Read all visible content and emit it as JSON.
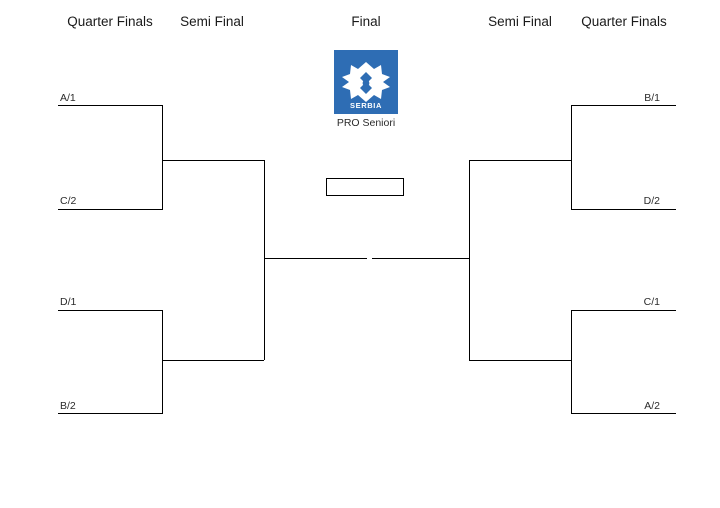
{
  "page": {
    "title": "Tournament Bracket",
    "background_color": "#ffffff",
    "line_color": "#000000",
    "accent_color": "#2e6db4"
  },
  "headers": [
    {
      "label": "Quarter Finals",
      "side": "left"
    },
    {
      "label": "Semi Final",
      "side": "left"
    },
    {
      "label": "Final",
      "side": "center"
    },
    {
      "label": "Semi Final",
      "side": "right"
    },
    {
      "label": "Quarter Finals",
      "side": "right"
    }
  ],
  "logo": {
    "icon_name": "serbia-federation-logo",
    "emblem_text": "SERBIA",
    "background_color": "#2e6db4",
    "caption": "PRO Seniori"
  },
  "bracket": {
    "left": {
      "quarter_finals": [
        {
          "slot": "A/1"
        },
        {
          "slot": "C/2"
        },
        {
          "slot": "D/1"
        },
        {
          "slot": "B/2"
        }
      ]
    },
    "right": {
      "quarter_finals": [
        {
          "slot": "B/1"
        },
        {
          "slot": "D/2"
        },
        {
          "slot": "C/1"
        },
        {
          "slot": "A/2"
        }
      ]
    },
    "final": {
      "winner_slot": ""
    }
  }
}
